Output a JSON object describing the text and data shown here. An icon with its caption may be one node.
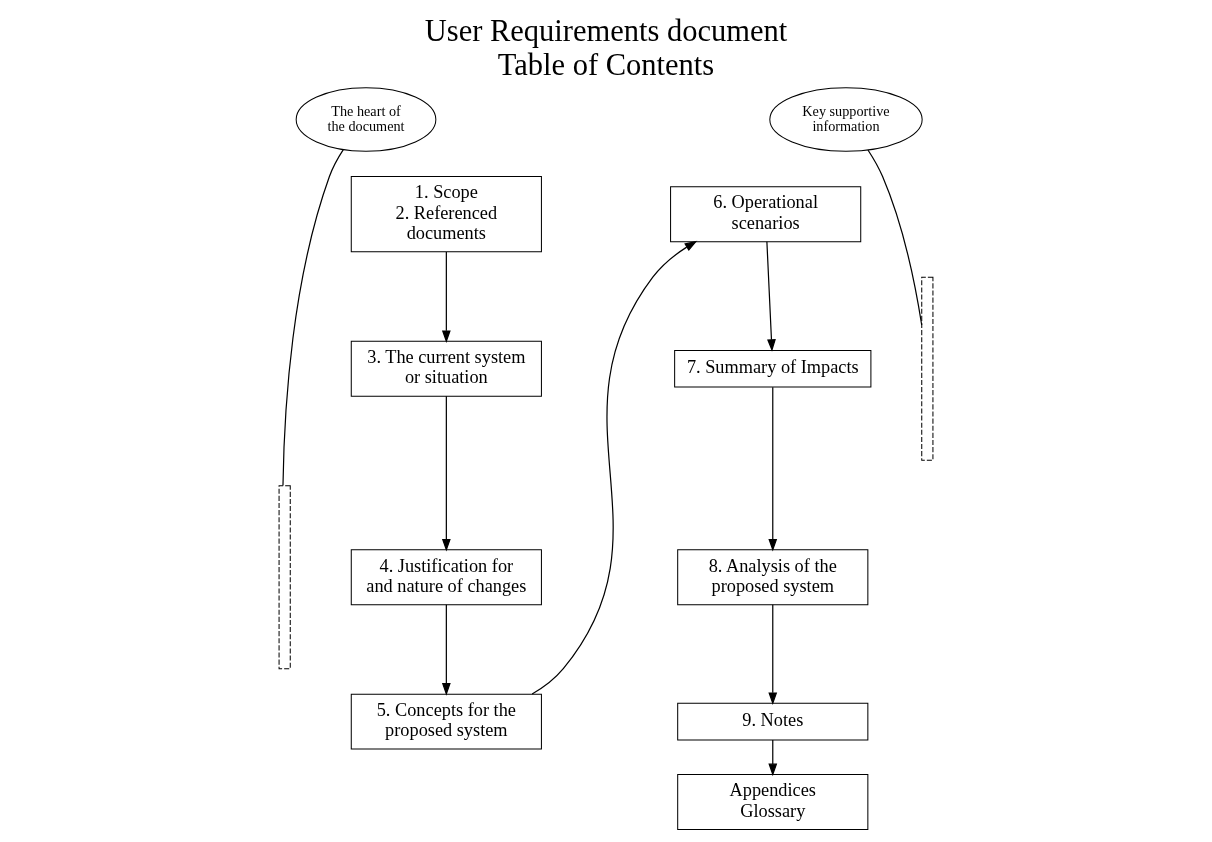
{
  "diagram": {
    "title": "User Requirements document Table of Contents",
    "nodes": [
      {
        "text": [
          "The heart of the document"
        ]
      },
      {
        "text": [
          "Key supportive information"
        ]
      },
      {
        "text": [
          "1. Scope",
          "2. Referenced documents"
        ]
      },
      {
        "text": [
          "3. The current system or situation"
        ]
      },
      {
        "text": [
          "4. Justification for and nature of changes"
        ]
      },
      {
        "text": [
          "5. Concepts for the proposed system"
        ]
      },
      {
        "text": [
          "6. Operational scenarios"
        ]
      },
      {
        "text": [
          "7. Summary of Impacts"
        ]
      },
      {
        "text": [
          "8. Analysis of the proposed system"
        ]
      },
      {
        "text": [
          "9. Notes"
        ]
      },
      {
        "text": [
          "Appendices",
          "Glossary"
        ]
      },
      {
        "text": [],
        "shape": "brace"
      },
      {
        "text": [],
        "shape": "brace"
      }
    ],
    "edges": [
      {
        "from": 2,
        "to": 3,
        "arrow": "to"
      },
      {
        "from": 3,
        "to": 4,
        "arrow": "to"
      },
      {
        "from": 4,
        "to": 5,
        "arrow": "to"
      },
      {
        "from": 5,
        "to": 6,
        "arrow": "to"
      },
      {
        "from": 6,
        "to": 7,
        "arrow": "to"
      },
      {
        "from": 7,
        "to": 8,
        "arrow": "to"
      },
      {
        "from": 8,
        "to": 9,
        "arrow": "to"
      },
      {
        "from": 9,
        "to": 10,
        "arrow": "to"
      },
      {
        "from": 0,
        "to": 11,
        "arrow": "none"
      },
      {
        "from": 1,
        "to": 12,
        "arrow": "none"
      }
    ]
  }
}
